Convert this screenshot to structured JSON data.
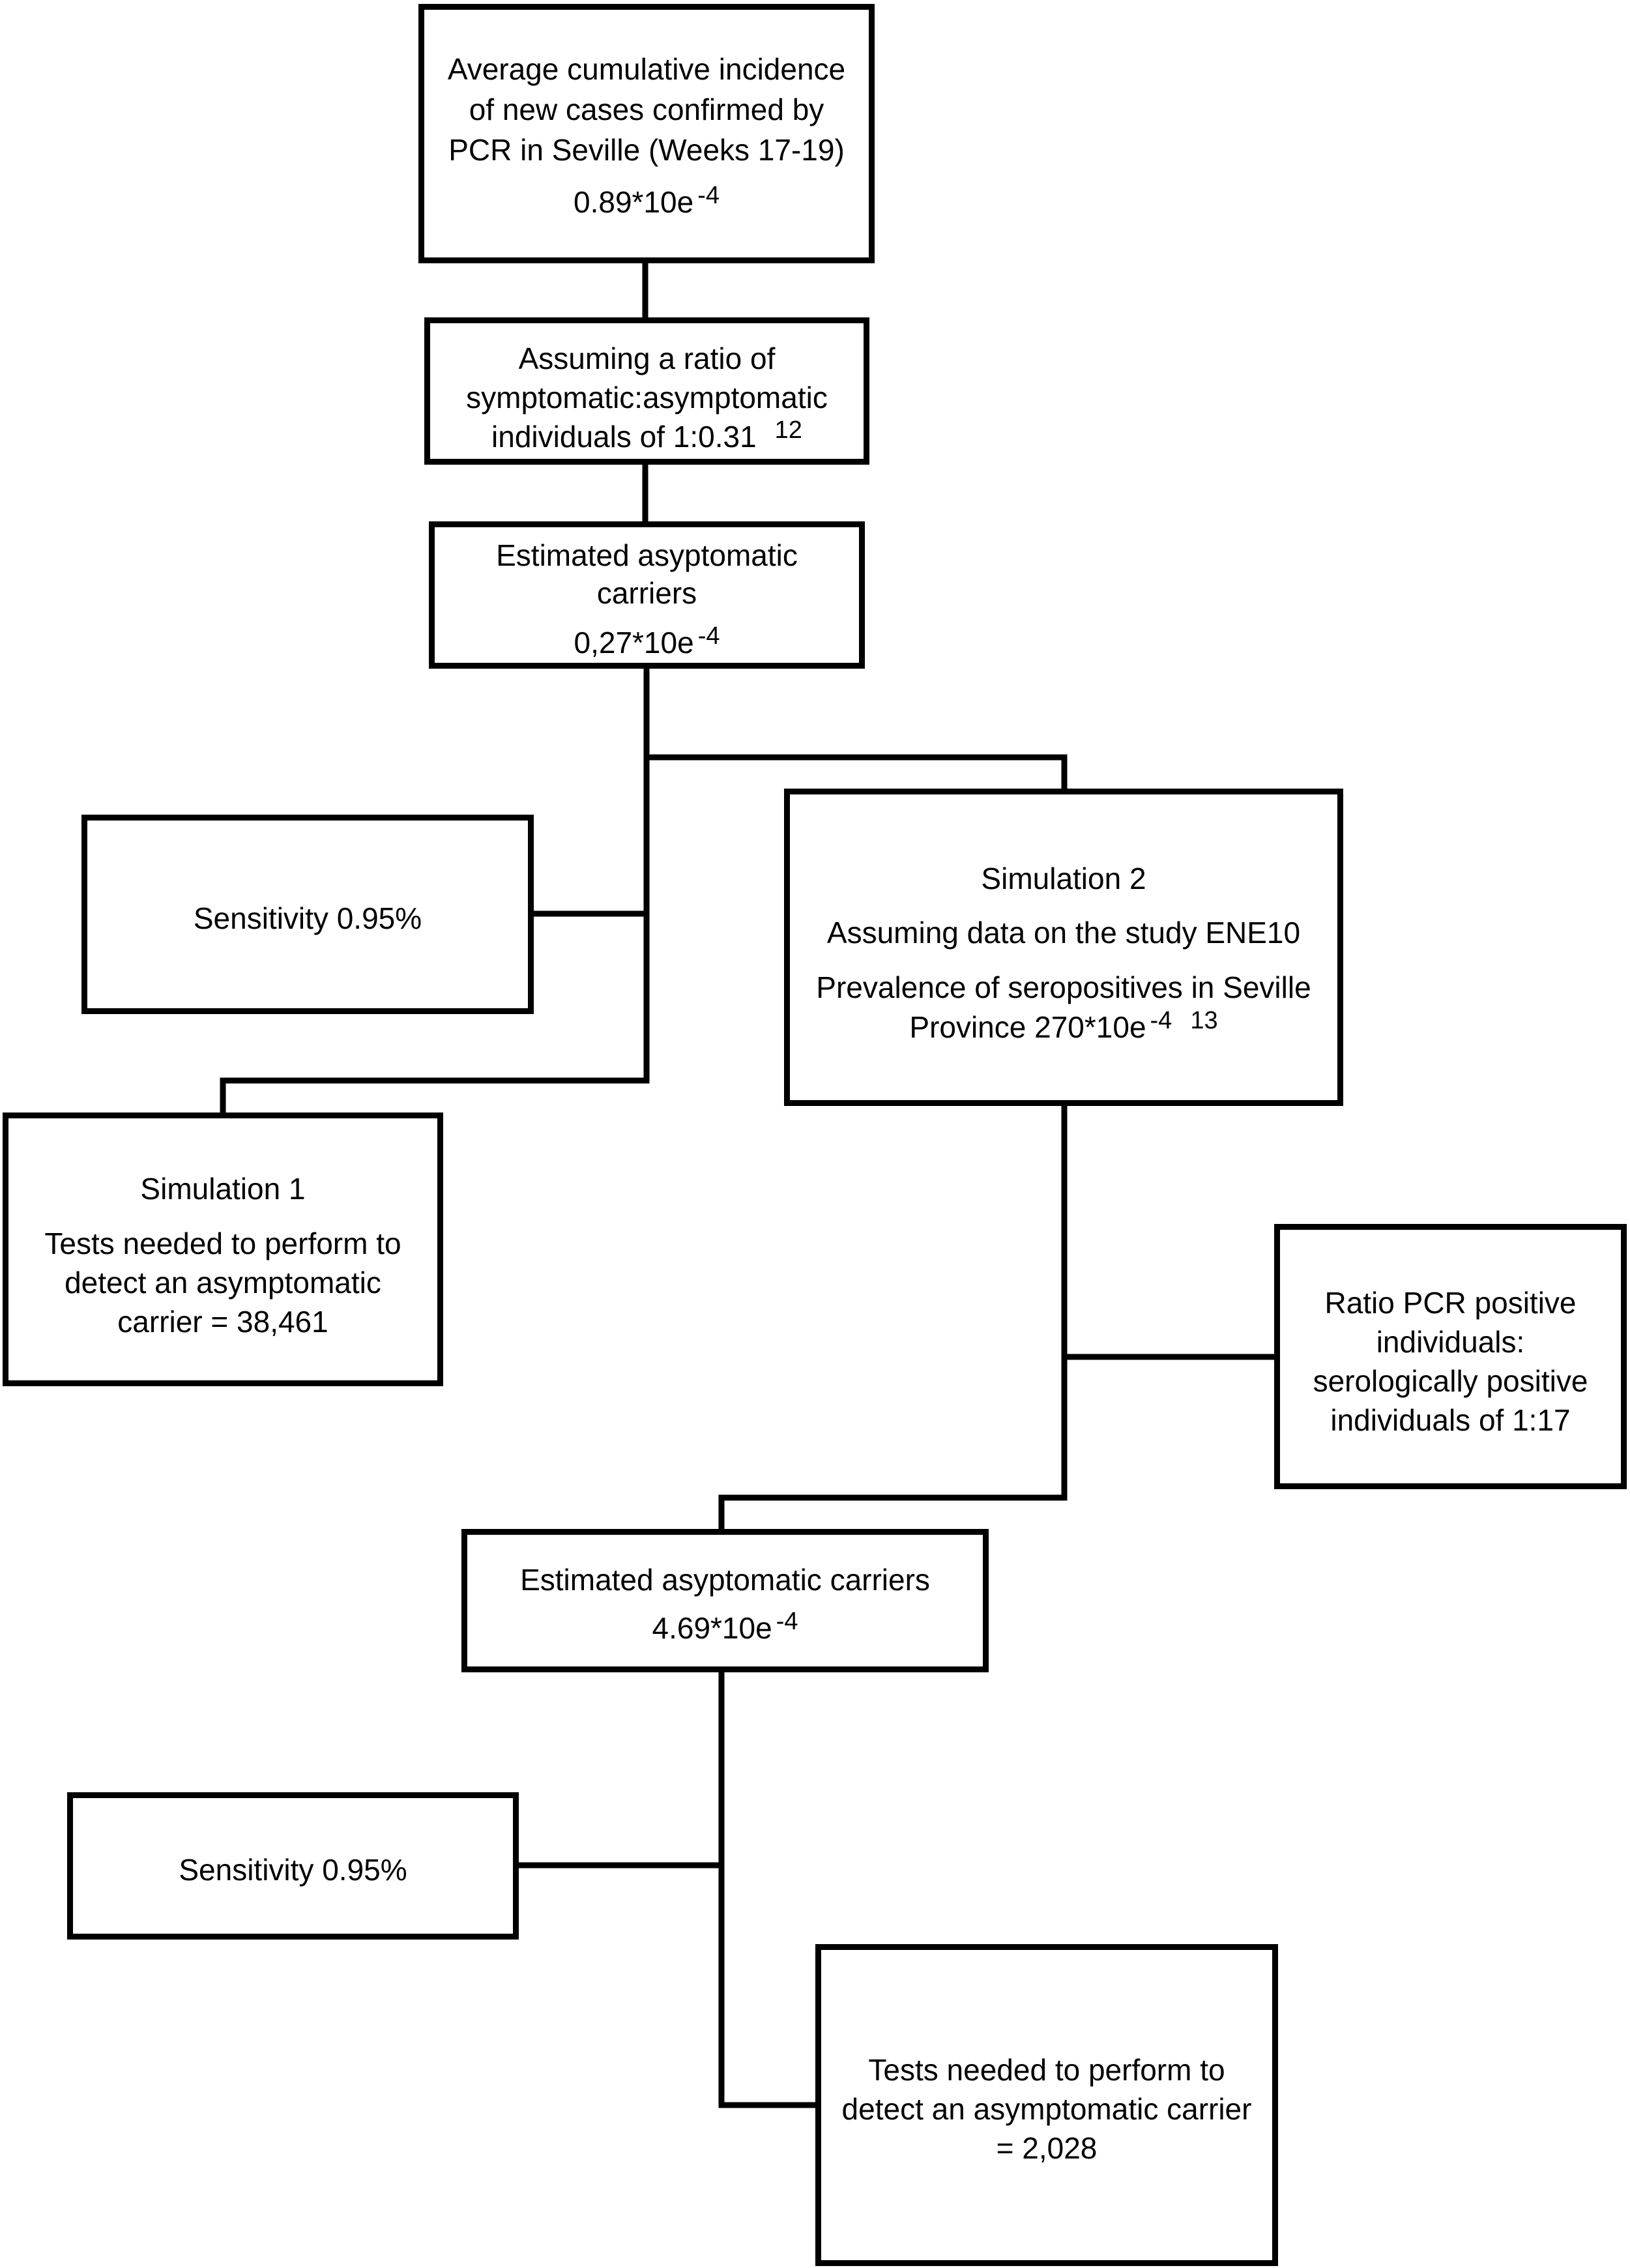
{
  "boxes": {
    "incidence": {
      "line1": "Average cumulative incidence",
      "line2": "of new cases confirmed by",
      "line3": "PCR in Seville  (Weeks 17-19)",
      "value": "0.89*10e",
      "exponent": "-4"
    },
    "ratio": {
      "line1": "Assuming a ratio of",
      "line2": "symptomatic:asymptomatic",
      "line3": "individuals of 1:0.31",
      "ref": "12"
    },
    "carriers1": {
      "line1": "Estimated asyptomatic",
      "line2": "carriers",
      "value": "0,27*10e",
      "exponent": "-4"
    },
    "sensitivity1": {
      "label": "Sensitivity 0.95%"
    },
    "simulation2": {
      "title": "Simulation 2",
      "line1": "Assuming data on the study ENE10",
      "line2": "Prevalence of seropositives in Seville",
      "line3": "Province 270*10e",
      "exponent": "-4",
      "ref": "13"
    },
    "simulation1": {
      "title": "Simulation 1",
      "line1": "Tests needed to perform to",
      "line2": "detect an asymptomatic",
      "line3": "carrier = 38,461"
    },
    "pcr_ratio": {
      "line1": "Ratio PCR positive",
      "line2": "individuals:",
      "line3": "serologically positive",
      "line4": "individuals of 1:17"
    },
    "carriers2": {
      "line1": "Estimated asyptomatic carriers",
      "value": "4.69*10e",
      "exponent": "-4"
    },
    "sensitivity2": {
      "label": "Sensitivity 0.95%"
    },
    "tests2": {
      "line1": "Tests needed to perform to",
      "line2": "detect an asymptomatic carrier",
      "line3": "= 2,028"
    }
  }
}
